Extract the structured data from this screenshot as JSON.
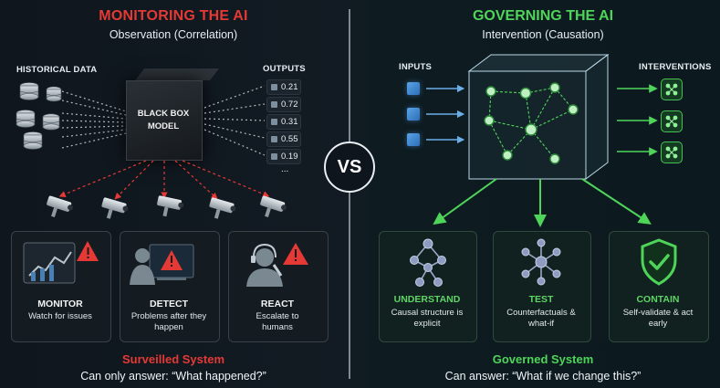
{
  "left": {
    "title": "MONITORING THE AI",
    "subtitle": "Observation (Correlation)",
    "historical_label": "HISTORICAL DATA",
    "outputs_label": "OUTPUTS",
    "box_line1": "BLACK BOX",
    "box_line2": "MODEL",
    "outputs": [
      "0.21",
      "0.72",
      "0.31",
      "0.55",
      "0.19"
    ],
    "outputs_more": "...",
    "cards": [
      {
        "title": "MONITOR",
        "desc": "Watch for issues",
        "icon": "monitor-chart-icon"
      },
      {
        "title": "DETECT",
        "desc": "Problems after they happen",
        "icon": "detect-person-icon"
      },
      {
        "title": "REACT",
        "desc": "Escalate to humans",
        "icon": "react-headset-icon"
      }
    ],
    "system_label": "Surveilled System",
    "question": "Can only answer: “What happened?”"
  },
  "vs_label": "VS",
  "right": {
    "title": "GOVERNING THE AI",
    "subtitle": "Intervention (Causation)",
    "inputs_label": "INPUTS",
    "interventions_label": "INTERVENTIONS",
    "cards": [
      {
        "title": "UNDERSTAND",
        "desc": "Causal structure is explicit",
        "icon": "causal-graph-icon"
      },
      {
        "title": "TEST",
        "desc": "Counterfactuals & what-if",
        "icon": "network-icon"
      },
      {
        "title": "CONTAIN",
        "desc": "Self-validate & act early",
        "icon": "shield-check-icon"
      }
    ],
    "system_label": "Governed System",
    "question": "Can answer: “What if we change this?”"
  },
  "colors": {
    "red_accent": "#e53935",
    "green_accent": "#4fd45a",
    "background": "#0f161d"
  }
}
